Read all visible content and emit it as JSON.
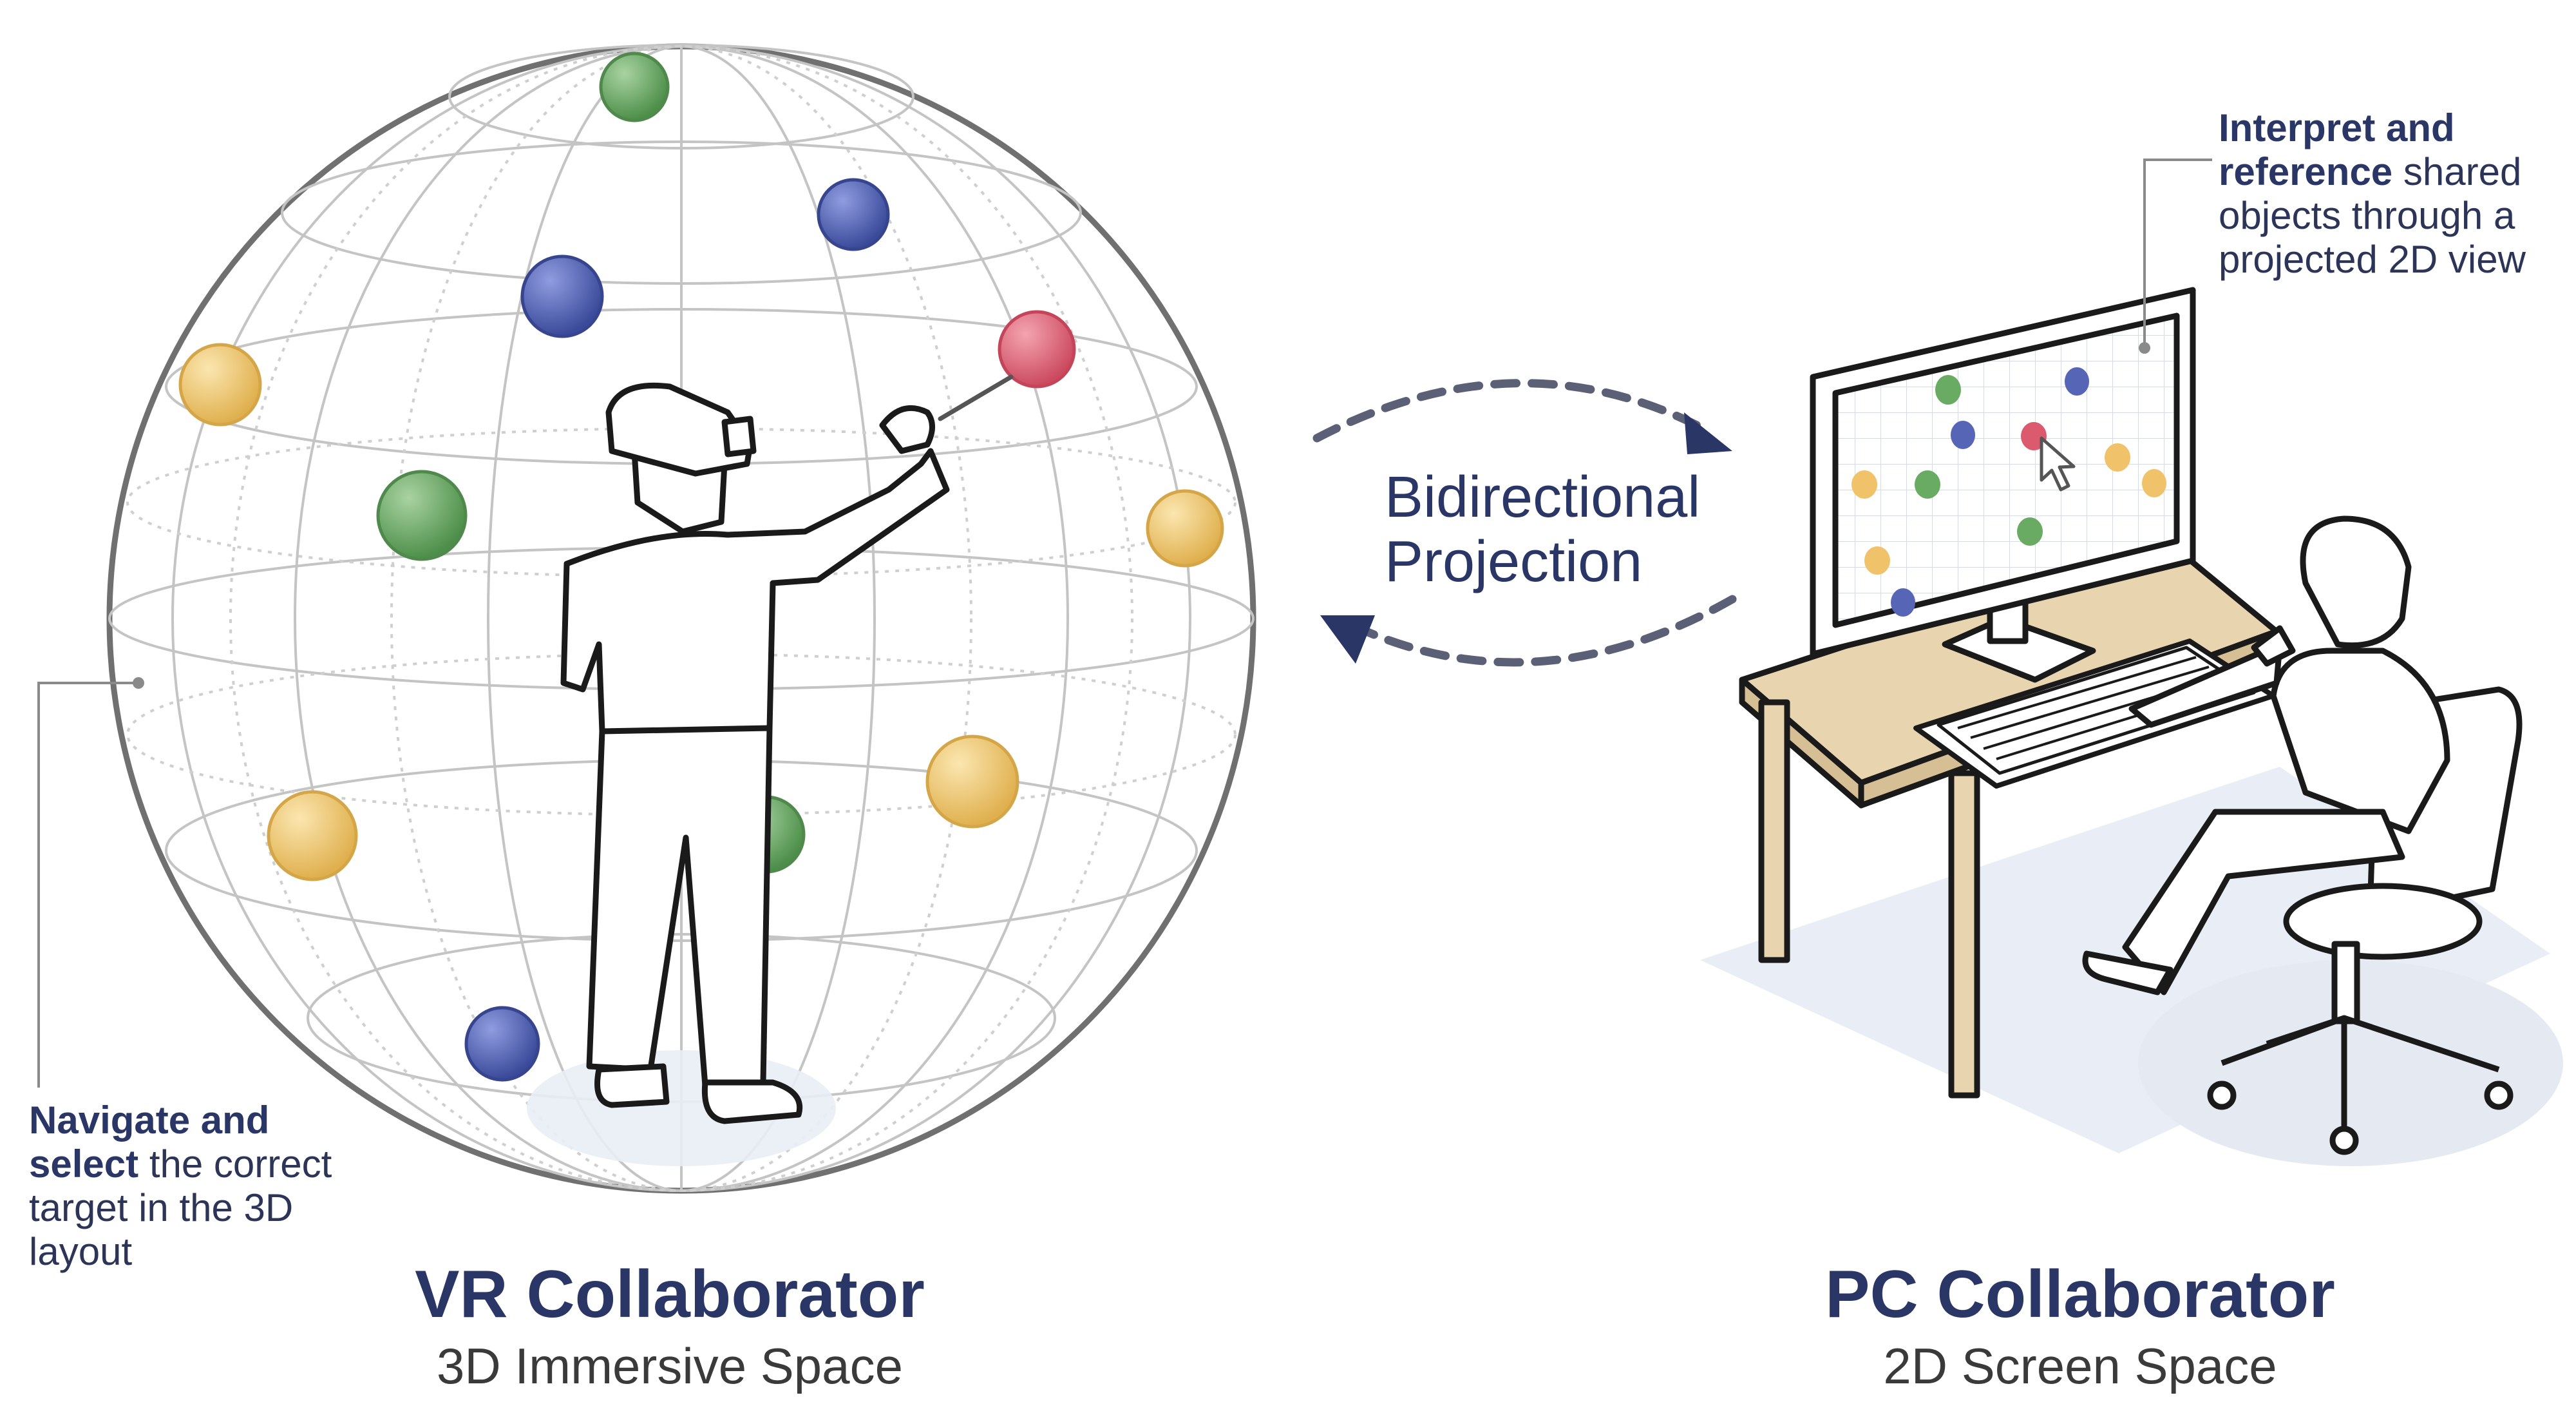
{
  "vr": {
    "title": "VR Collaborator",
    "subtitle": "3D Immersive Space",
    "annotation": {
      "strong": "Navigate and select",
      "rest": "the correct target in the 3D layout"
    }
  },
  "pc": {
    "title": "PC Collaborator",
    "subtitle": "2D Screen Space",
    "annotation": {
      "strong": "Interpret and reference",
      "rest": "shared objects through a projected 2D view"
    }
  },
  "projection": {
    "line1": "Bidirectional",
    "line2": "Projection"
  },
  "colors": {
    "navy": "#2a3766",
    "green": "#5fa05b",
    "blue": "#4858a8",
    "red": "#d9566b",
    "yellow": "#e9c264",
    "desk": "#e8d4af",
    "floor": "#e9edf5"
  }
}
